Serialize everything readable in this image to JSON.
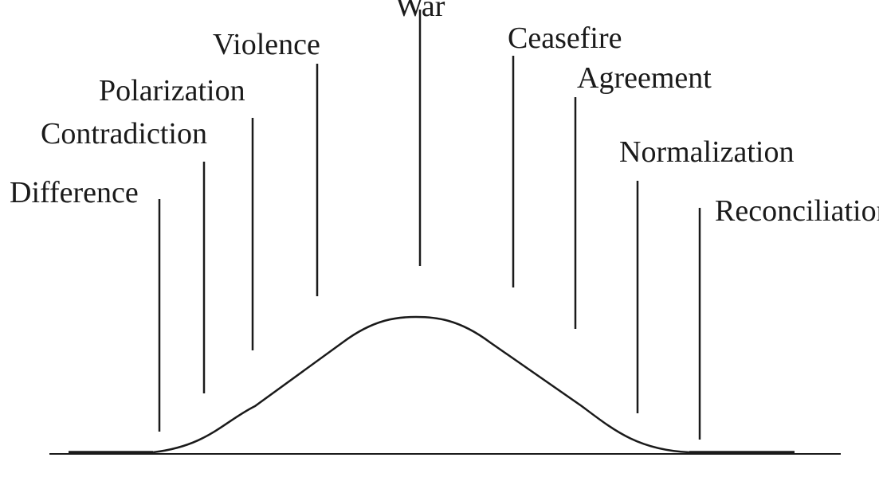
{
  "stages": [
    "Difference",
    "Contradiction",
    "Polarization",
    "Violence",
    "War",
    "Ceasefire",
    "Agreement",
    "Normalization",
    "Reconciliation"
  ]
}
